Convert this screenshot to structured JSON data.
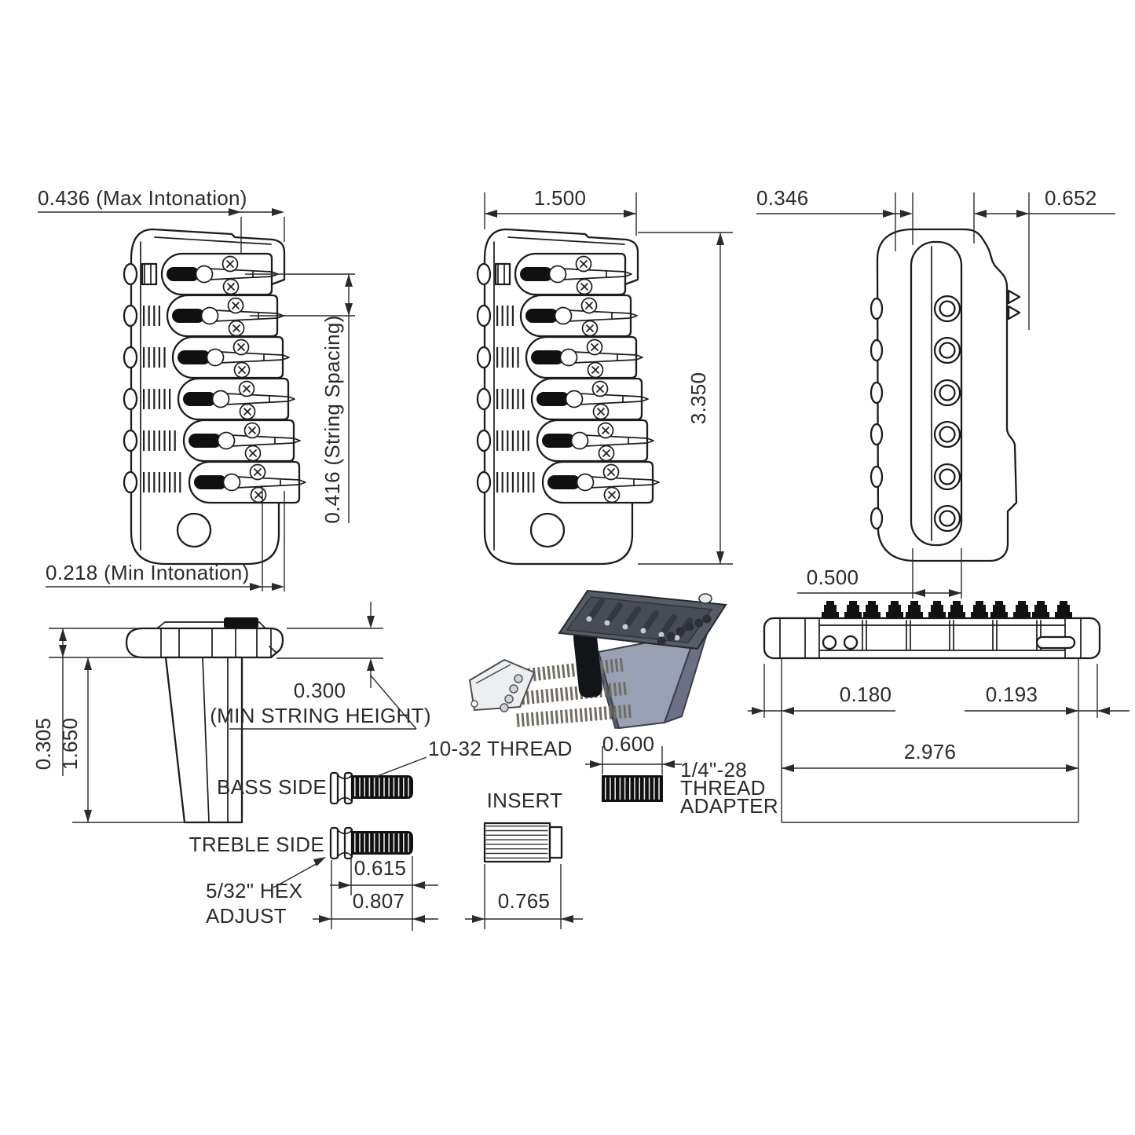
{
  "labels": {
    "max_intonation": "0.436 (Max Intonation)",
    "min_intonation": "0.218 (Min Intonation)",
    "string_spacing": "0.416 (String Spacing)",
    "top_width": "1.500",
    "total_length": "3.350",
    "side_offset_left": "0.346",
    "side_offset_right": "0.652",
    "side_slot": "0.500",
    "plate_thickness": "0.305",
    "block_length": "1.650",
    "min_string_height_value": "0.300",
    "min_string_height_caption": "(MIN STRING HEIGHT)",
    "front_offset_left": "0.180",
    "front_offset_right": "0.193",
    "front_width": "2.976",
    "thread": "10-32 THREAD",
    "bass_side": "BASS SIDE",
    "treble_side": "TREBLE SIDE",
    "hex_adjust_line1": "5/32\" HEX",
    "hex_adjust_line2": "ADJUST",
    "stud_thread_length": "0.615",
    "stud_total_length": "0.807",
    "insert": "INSERT",
    "insert_length": "0.765",
    "adapter_length": "0.600",
    "adapter_line1": "1/4\"-28",
    "adapter_line2": "THREAD",
    "adapter_line3": "ADAPTER"
  }
}
